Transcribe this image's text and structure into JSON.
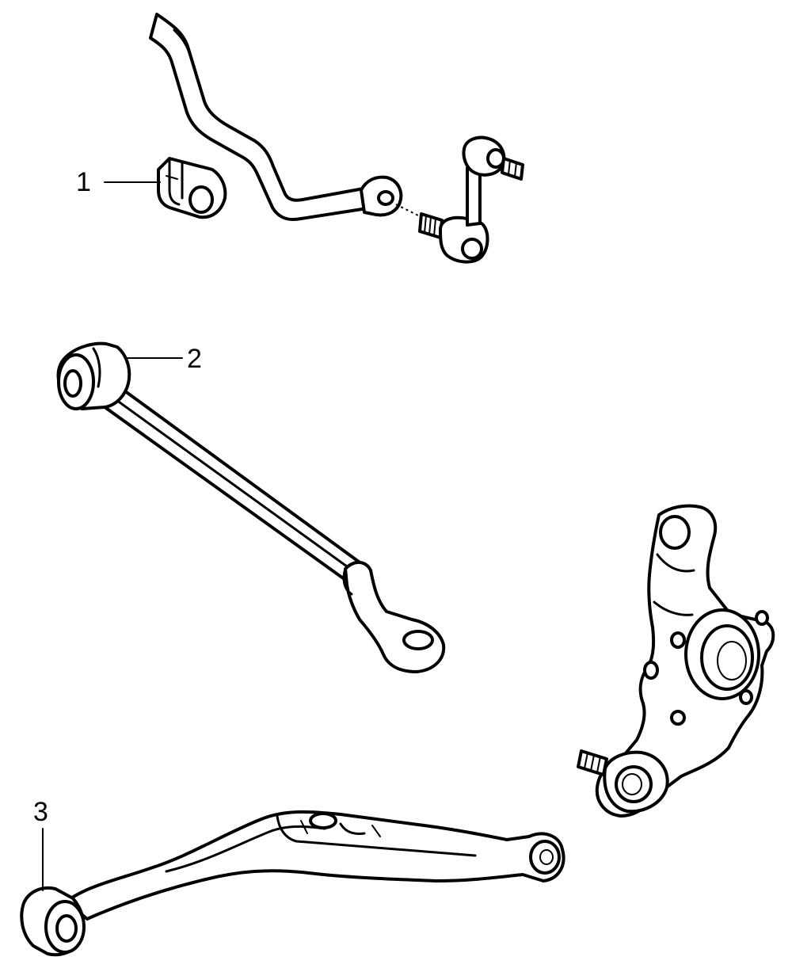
{
  "callouts": [
    {
      "id": "1",
      "label": "1"
    },
    {
      "id": "2",
      "label": "2"
    },
    {
      "id": "3",
      "label": "3"
    }
  ],
  "parts": [
    "stabilizer-bar-bushing",
    "stabilizer-bar",
    "stabilizer-link",
    "strut-rod",
    "lower-control-arm",
    "steering-knuckle"
  ]
}
